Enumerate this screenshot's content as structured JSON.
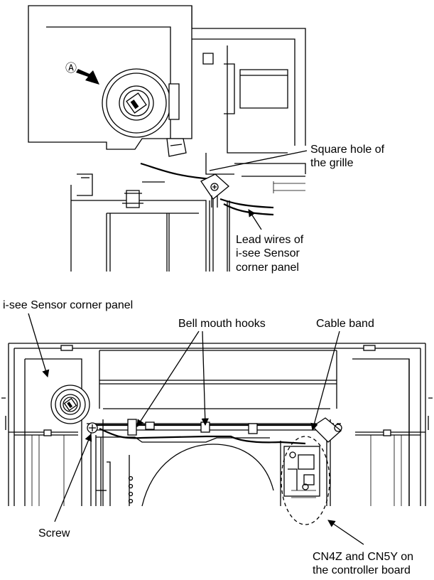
{
  "figure_top": {
    "marker": "Ⓐ",
    "labels": {
      "square_hole_line1": "Square hole of",
      "square_hole_line2": "the grille",
      "lead_wires_line1": "Lead wires of",
      "lead_wires_line2": "i-see Sensor",
      "lead_wires_line3": "corner panel"
    }
  },
  "figure_bottom": {
    "labels": {
      "corner_panel": "i-see Sensor corner panel",
      "bell_mouth_hooks": "Bell mouth hooks",
      "cable_band": "Cable band",
      "screw": "Screw",
      "controller_line1": "CN4Z and CN5Y on",
      "controller_line2": "the controller board"
    }
  }
}
